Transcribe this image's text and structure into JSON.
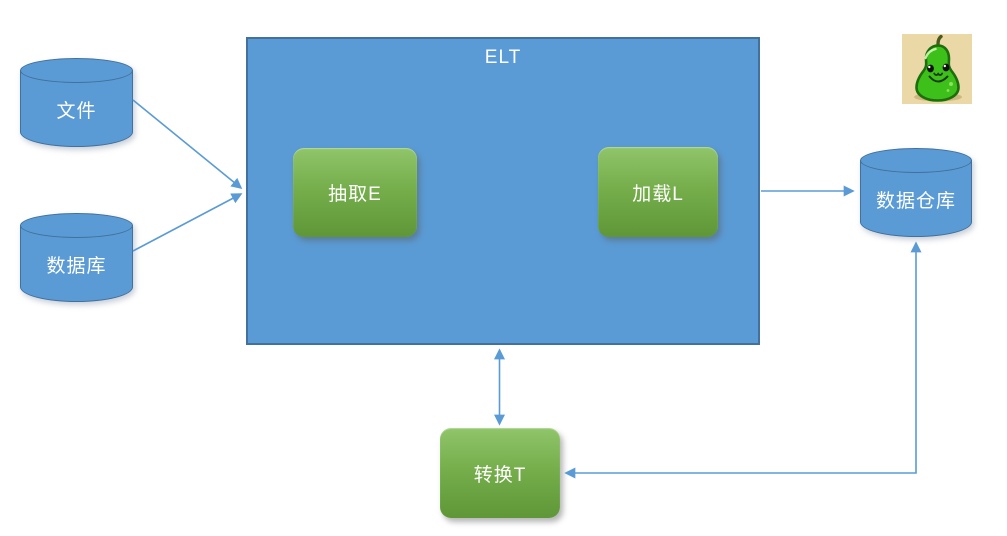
{
  "diagram": {
    "title": "ELT",
    "nodes": {
      "file": {
        "label": "文件",
        "shape": "cylinder"
      },
      "database": {
        "label": "数据库",
        "shape": "cylinder"
      },
      "extract": {
        "label": "抽取E",
        "shape": "rounded-rect"
      },
      "load": {
        "label": "加载L",
        "shape": "rounded-rect"
      },
      "warehouse": {
        "label": "数据仓库",
        "shape": "cylinder"
      },
      "transform": {
        "label": "转换T",
        "shape": "rounded-rect"
      }
    },
    "edges": [
      {
        "from": "file",
        "to": "elt-box",
        "arrows": "end",
        "routing": "straight"
      },
      {
        "from": "database",
        "to": "elt-box",
        "arrows": "end",
        "routing": "straight"
      },
      {
        "from": "elt-box",
        "to": "warehouse",
        "arrows": "end",
        "routing": "straight"
      },
      {
        "from": "elt-box",
        "to": "transform",
        "arrows": "both",
        "routing": "straight"
      },
      {
        "from": "transform",
        "to": "warehouse",
        "arrows": "both",
        "routing": "elbow"
      }
    ],
    "colors": {
      "node_blue_fill": "#5B9BD5",
      "node_blue_stroke": "#41719C",
      "process_green_top": "#90C56A",
      "process_green_bottom": "#5F9738",
      "connector_blue": "#5B9BD5",
      "label_text": "#FFFFFF",
      "mascot_bg_tan": "#EBD8A7",
      "mascot_green": "#3DC11A"
    },
    "mascot": {
      "name": "pear-cartoon",
      "position": "top-right"
    }
  }
}
